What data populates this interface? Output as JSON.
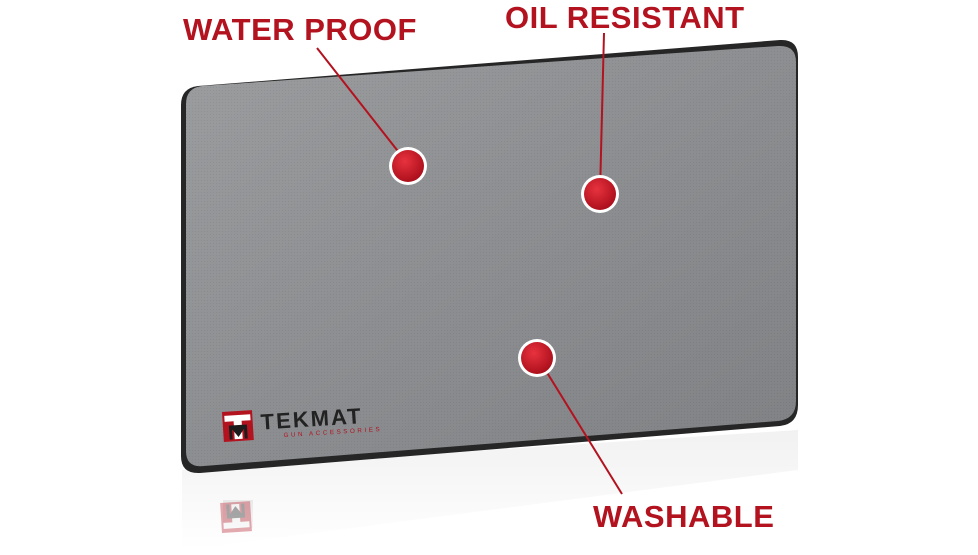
{
  "callouts": {
    "water_proof": "WATER PROOF",
    "oil_resistant": "OIL RESISTANT",
    "washable": "WASHABLE"
  },
  "brand": {
    "name": "TEKMAT",
    "tagline": "GUN ACCESSORIES"
  },
  "colors": {
    "accent_red": "#b3121f",
    "mat_gray": "#8a8c8f",
    "mat_edge": "#2a2a2a",
    "background": "#ffffff"
  }
}
